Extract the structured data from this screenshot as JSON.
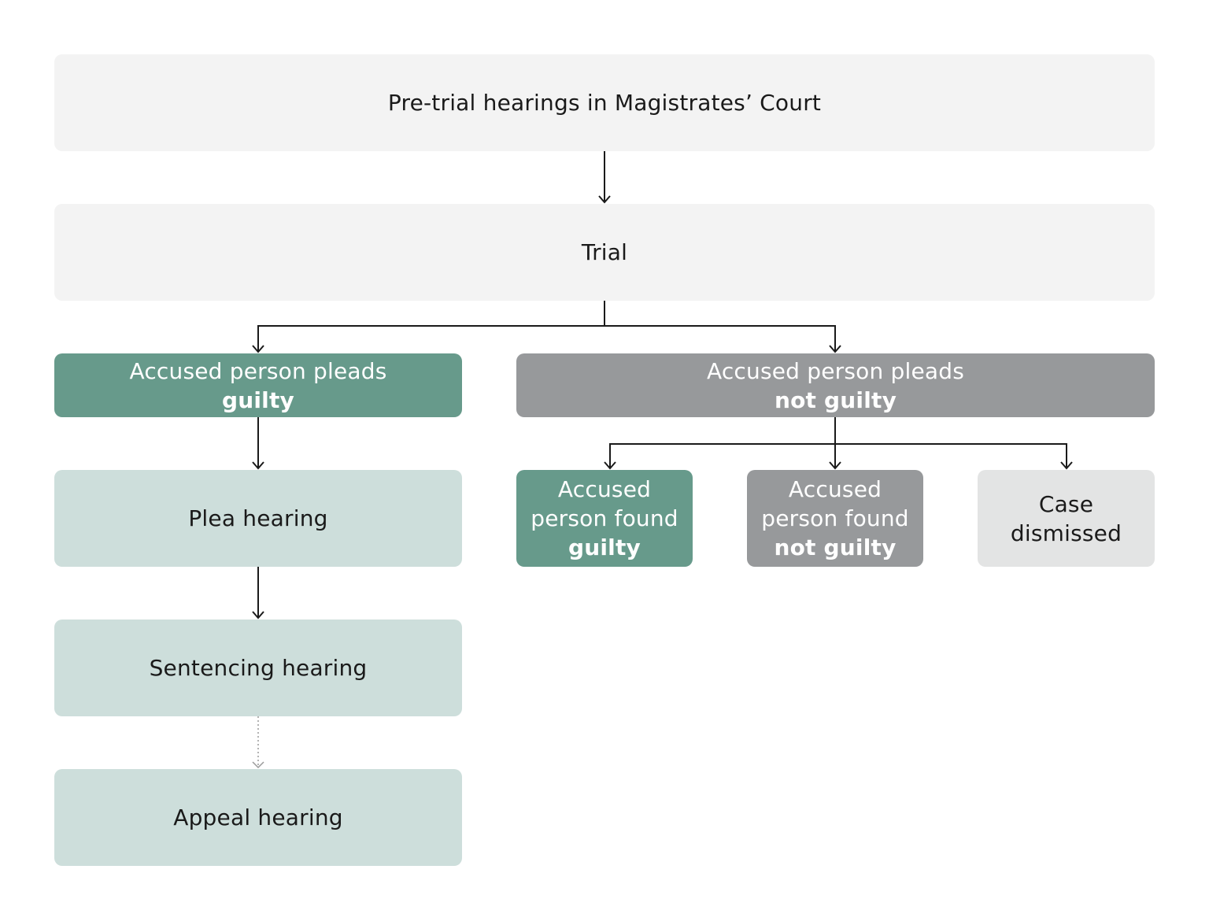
{
  "nodes": {
    "pretrial": {
      "text": "Pre-trial hearings in Magistrates’ Court"
    },
    "trial": {
      "text": "Trial"
    },
    "pleads_guilty": {
      "line1": "Accused person pleads",
      "line2": "guilty"
    },
    "pleads_not_guilty": {
      "line1": "Accused person pleads",
      "line2": "not guilty"
    },
    "plea_hearing": {
      "text": "Plea hearing"
    },
    "found_guilty": {
      "line1": "Accused",
      "line2": "person found",
      "line3": "guilty"
    },
    "found_not_guilty": {
      "line1": "Accused",
      "line2": "person found",
      "line3": "not guilty"
    },
    "case_dismissed": {
      "line1": "Case",
      "line2": "dismissed"
    },
    "sentencing_hearing": {
      "text": "Sentencing hearing"
    },
    "appeal_hearing": {
      "text": "Appeal hearing"
    }
  },
  "colors": {
    "light_box": "#f3f3f3",
    "mint_box": "#cddedb",
    "green_box": "#679a8b",
    "grey_box": "#97999b",
    "pale_box": "#e3e4e4",
    "connector": "#1a1a1a",
    "dotted_connector": "#9a9a9a"
  }
}
